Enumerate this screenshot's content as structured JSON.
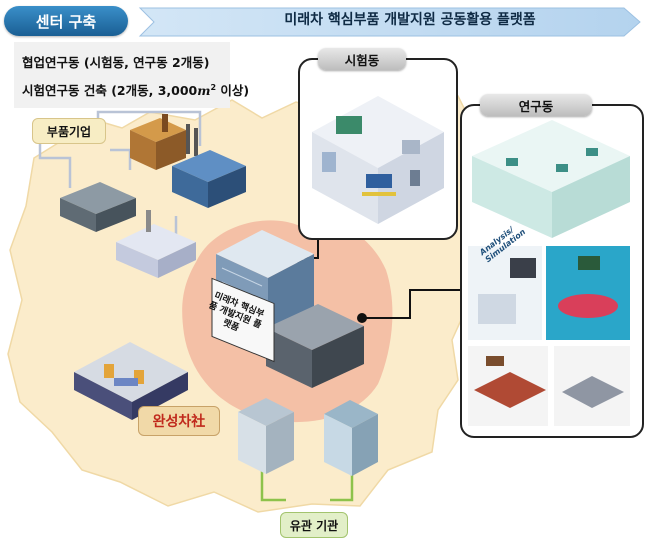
{
  "header": {
    "badge": "센터 구축",
    "title": "미래차 핵심부품 개발지원 공동활용 플랫폼"
  },
  "info": {
    "line1": "협업연구동 (시험동, 연구동 2개동)",
    "line2_prefix": "시험연구동 건축 (2개동, 3,000",
    "line2_unit": "m",
    "line2_sup": "2",
    "line2_suffix": " 이상)"
  },
  "labels": {
    "parts": "부품기업",
    "test_building": "시험동",
    "research_building": "연구동",
    "oem": "완성차社",
    "institutions": "유관 기관",
    "center_sign": "미래차 핵심부품 개발지원 플랫폼"
  },
  "research_panel": {
    "analysis_tag": "Analysis/ Simulation"
  },
  "colors": {
    "header_blue": "#1a5f94",
    "territory": "#fbeccb",
    "center_blob": "#f2b8a0",
    "parts_pill": "#f7edc4",
    "oem_pill": "#f1d9a8",
    "inst_pill": "#e2efc8",
    "connector_gray": "#b9c3d6",
    "connector_green": "#8dc24b"
  }
}
